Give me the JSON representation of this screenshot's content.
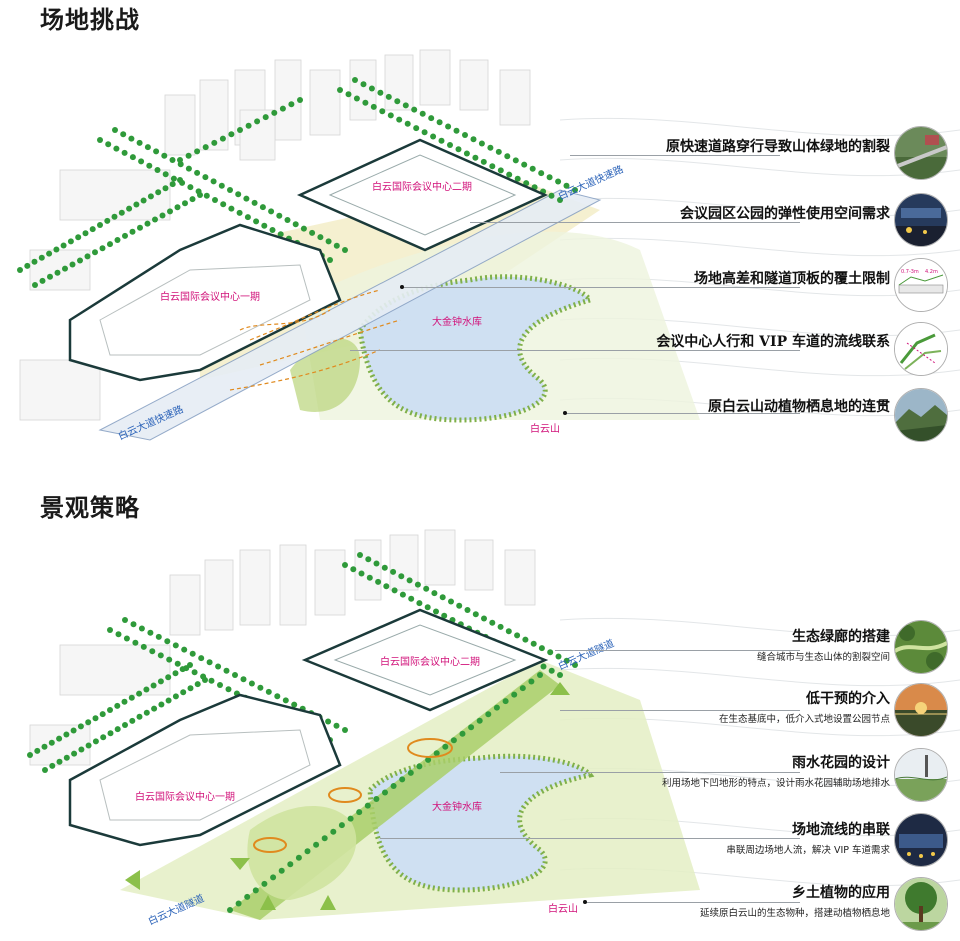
{
  "sections": [
    {
      "title": "场地挑战",
      "labels": {
        "phase2": "白云国际会议中心二期",
        "phase1": "白云国际会议中心一期",
        "reservoir": "大金钟水库",
        "mountain": "白云山",
        "road_top": "白云大道快速路",
        "road_bottom": "白云大道快速路"
      },
      "callouts": [
        {
          "title": "原快速道路穿行导致山体绿地的割裂",
          "icon": "aerial-road-photo"
        },
        {
          "title": "会议园区公园的弹性使用空间需求",
          "icon": "night-event-photo"
        },
        {
          "title": "场地高差和隧道顶板的覆土限制",
          "icon": "section-diagram",
          "dim_a": "0.7-3m",
          "dim_b": "4.2m"
        },
        {
          "title": "会议中心人行和 VIP 车道的流线联系",
          "icon": "flow-diagram"
        },
        {
          "title": "原白云山动植物栖息地的连贯",
          "icon": "mountain-photo"
        }
      ]
    },
    {
      "title": "景观策略",
      "labels": {
        "phase2": "白云国际会议中心二期",
        "phase1": "白云国际会议中心一期",
        "reservoir": "大金钟水库",
        "mountain": "白云山",
        "road_top": "白云大道隧道",
        "road_bottom": "白云大道隧道"
      },
      "callouts": [
        {
          "title": "生态绿廊的搭建",
          "sub": "缝合城市与生态山体的割裂空间",
          "icon": "green-corridor-photo"
        },
        {
          "title": "低干预的介入",
          "sub": "在生态基底中，低介入式地设置公园节点",
          "icon": "sunset-garden-photo"
        },
        {
          "title": "雨水花园的设计",
          "sub": "利用场地下凹地形的特点，设计雨水花园辅助场地排水",
          "icon": "rain-garden-photo"
        },
        {
          "title": "场地流线的串联",
          "sub": "串联周边场地人流，解决 VIP 车道需求",
          "icon": "night-plaza-photo"
        },
        {
          "title": "乡土植物的应用",
          "sub": "延续原白云山的生态物种，搭建动植物栖息地",
          "icon": "native-tree-photo"
        }
      ]
    }
  ],
  "colors": {
    "tree_green": "#2f9a3a",
    "water": "#cfe0f2",
    "water_edge": "#7fb04a",
    "plaza_yellow": "#f3ecc4",
    "green_wash": "#e4efc4",
    "label_pink": "#d1127a",
    "road_blue": "#2a62b8",
    "building_outline": "#1b3a3a",
    "flow_orange": "#e08a1e"
  }
}
